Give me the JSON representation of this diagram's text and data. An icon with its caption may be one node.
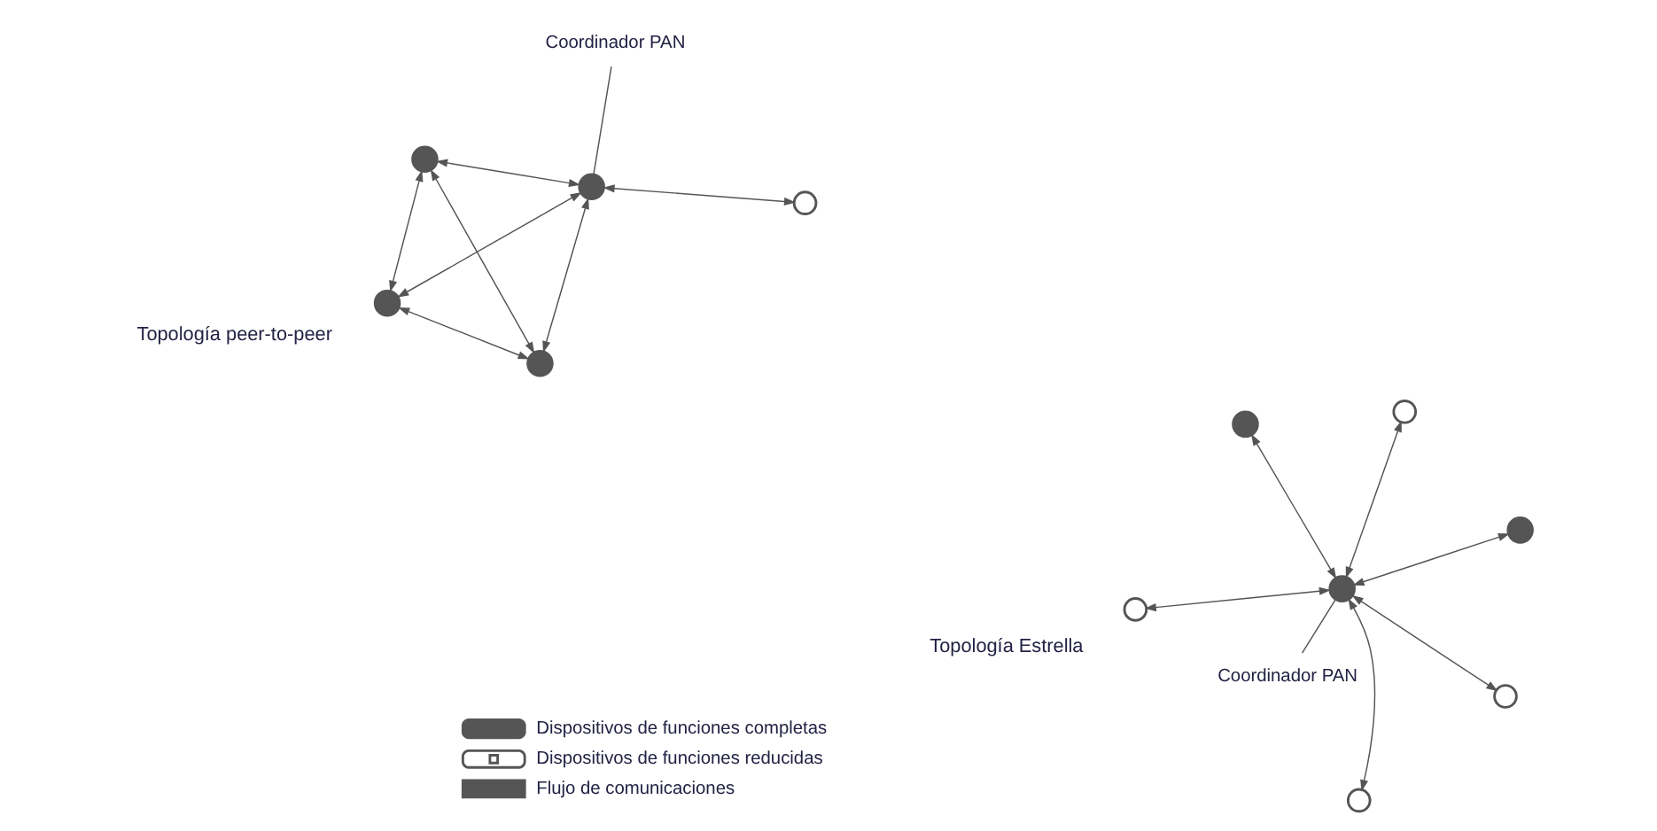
{
  "diagram": {
    "nodes": [
      {
        "text": [],
        "shape": "circle"
      },
      {
        "text": [],
        "shape": "dot"
      },
      {
        "text": [],
        "shape": "circle"
      },
      {
        "text": [],
        "shape": "dot"
      },
      {
        "text": [],
        "shape": "circle"
      },
      {
        "text": [],
        "shape": "dot"
      },
      {
        "text": [
          "Coordinador PAN"
        ]
      },
      {
        "text": [],
        "shape": "circle"
      },
      {
        "text": [],
        "shape": "dot"
      },
      {
        "text": [],
        "shape": "circle"
      },
      {
        "text": [],
        "shape": "dot"
      },
      {
        "text": [],
        "shape": "dot"
      },
      {
        "text": [
          "Coordinador PAN"
        ]
      },
      {
        "text": [],
        "shape": "dot"
      }
    ],
    "edges": [
      {
        "from": 0,
        "to": 3,
        "arrow": "both"
      },
      {
        "from": 2,
        "to": 3,
        "arrow": "both"
      },
      {
        "from": 1,
        "to": 3,
        "arrow": "both"
      },
      {
        "from": 3,
        "to": 4,
        "arrow": "both"
      },
      {
        "from": 3,
        "to": 5,
        "arrow": "both"
      },
      {
        "from": 3,
        "to": 7,
        "arrow": "both"
      },
      {
        "from": 6,
        "to": 3,
        "arrow": "none"
      },
      {
        "from": 8,
        "to": 10,
        "arrow": "both"
      },
      {
        "from": 8,
        "to": 11,
        "arrow": "both"
      },
      {
        "from": 8,
        "to": 13,
        "arrow": "both"
      },
      {
        "from": 10,
        "to": 9,
        "arrow": "both"
      },
      {
        "from": 10,
        "to": 11,
        "arrow": "both"
      },
      {
        "from": 10,
        "to": 13,
        "arrow": "both"
      },
      {
        "from": 11,
        "to": 13,
        "arrow": "both"
      },
      {
        "from": 12,
        "to": 10,
        "arrow": "none"
      }
    ],
    "labels": [
      "Topología Estrella",
      "Topología peer-to-peer"
    ],
    "legend": [
      {
        "text": "Dispositivos de funciones completas"
      },
      {
        "text": "Dispositivos de funciones reducidas"
      },
      {
        "text": "Flujo de comunicaciones"
      }
    ]
  }
}
